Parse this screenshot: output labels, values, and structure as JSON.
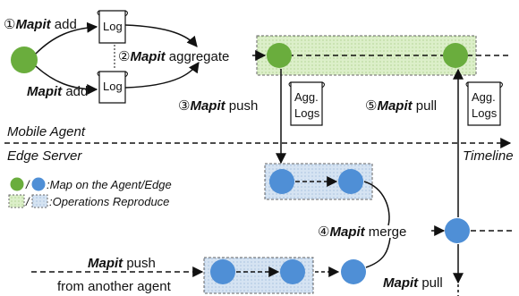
{
  "colors": {
    "green": "#6aad3d",
    "blue": "#4f8fd6",
    "green_fill": "#dcefc9",
    "blue_fill": "#d5e3f2"
  },
  "steps": {
    "s1_num": "①",
    "s1_keyword": "Mapit",
    "s1_verb": " add",
    "s1b_keyword": "Mapit",
    "s1b_verb": " add",
    "s2_num": "②",
    "s2_keyword": "Mapit",
    "s2_verb": " aggregate",
    "s3_num": "③",
    "s3_keyword": "Mapit",
    "s3_verb": " push",
    "s4_num": "④",
    "s4_keyword": "Mapit",
    "s4_verb": " merge",
    "s5_num": "⑤",
    "s5_keyword": "Mapit",
    "s5_verb": " pull",
    "bottom_pull_keyword": "Mapit",
    "bottom_pull_verb": " pull",
    "another_keyword": "Mapit",
    "another_verb": " push",
    "another_line2": "from another agent"
  },
  "docs": {
    "log1": "Log",
    "log2": "Log",
    "agg1_line1": "Agg.",
    "agg1_line2": "Logs",
    "agg2_line1": "Agg.",
    "agg2_line2": "Logs"
  },
  "regions": {
    "mobile_agent": "Mobile Agent",
    "edge_server": "Edge Server",
    "timeline": "Timeline"
  },
  "legend": {
    "map_sep": "/",
    "map_label": ":Map on the Agent/Edge",
    "ops_sep": "/",
    "ops_label": ":Operations Reproduce"
  }
}
